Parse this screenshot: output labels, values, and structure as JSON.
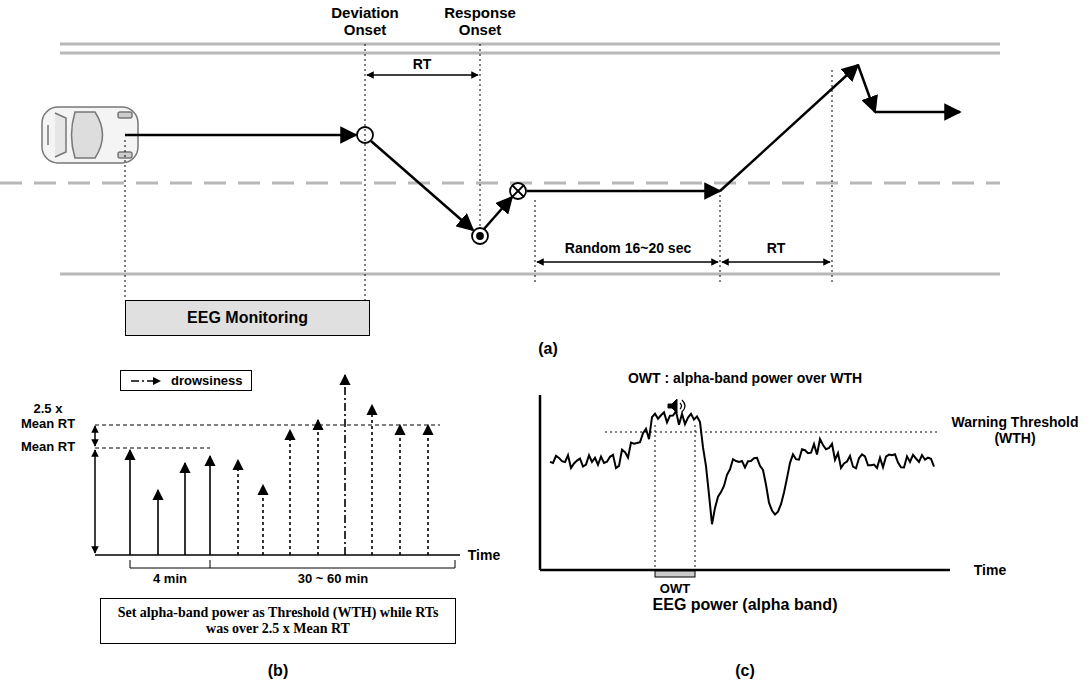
{
  "diagram": {
    "nodes": [
      {
        "text": [
          "EEG Monitoring"
        ]
      },
      {
        "text": [
          "Set alpha-band power as Threshold (WTH) while RTs was over 2.5 x Mean RT"
        ]
      }
    ],
    "labels": [
      "Deviation Onset",
      "Response Onset",
      "RT",
      "Random 16~20 sec",
      "RT",
      "(a)",
      "2.5 x Mean RT",
      "Mean RT",
      "Time",
      "4 min",
      "30 ~ 60 min",
      "(b)",
      "OWT : alpha-band power over WTH",
      "Warning Threshold (WTH)",
      "OWT",
      "Time",
      "EEG power (alpha band)",
      "(c)"
    ],
    "legend": [
      {
        "text": "drowsiness"
      }
    ]
  }
}
